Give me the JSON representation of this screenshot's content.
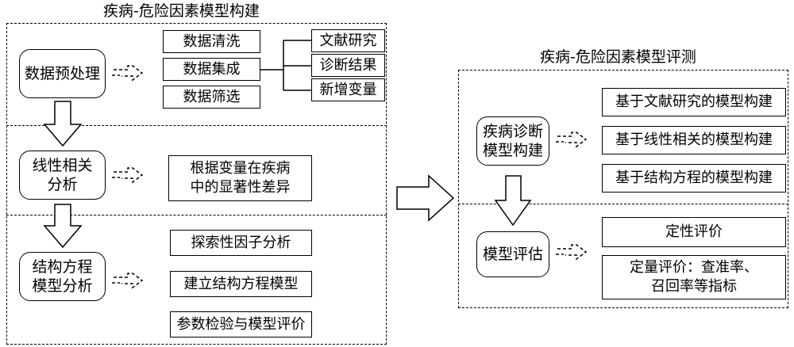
{
  "left_title": "疾病-危险因素模型构建",
  "right_title": "疾病-危险因素模型评测",
  "left": {
    "preprocess": {
      "label": "数据预处理",
      "steps": [
        "数据清洗",
        "数据集成",
        "数据筛选"
      ],
      "sources": [
        "文献研究",
        "诊断结果",
        "新增变量"
      ]
    },
    "correlation": {
      "label": "线性相关\n分析",
      "result": "根据变量在疾病\n中的显著性差异"
    },
    "sem": {
      "label": "结构方程\n模型分析",
      "steps": [
        "探索性因子分析",
        "建立结构方程模型",
        "参数检验与模型评价"
      ]
    }
  },
  "right": {
    "construction": {
      "label": "疾病诊断\n模型构建",
      "methods": [
        "基于文献研究的模型构建",
        "基于线性相关的模型构建",
        "基于结构方程的模型构建"
      ]
    },
    "evaluation": {
      "label": "模型评估",
      "qualitative": "定性评价",
      "quantitative": "定量评价：查准率、\n召回率等指标"
    }
  }
}
